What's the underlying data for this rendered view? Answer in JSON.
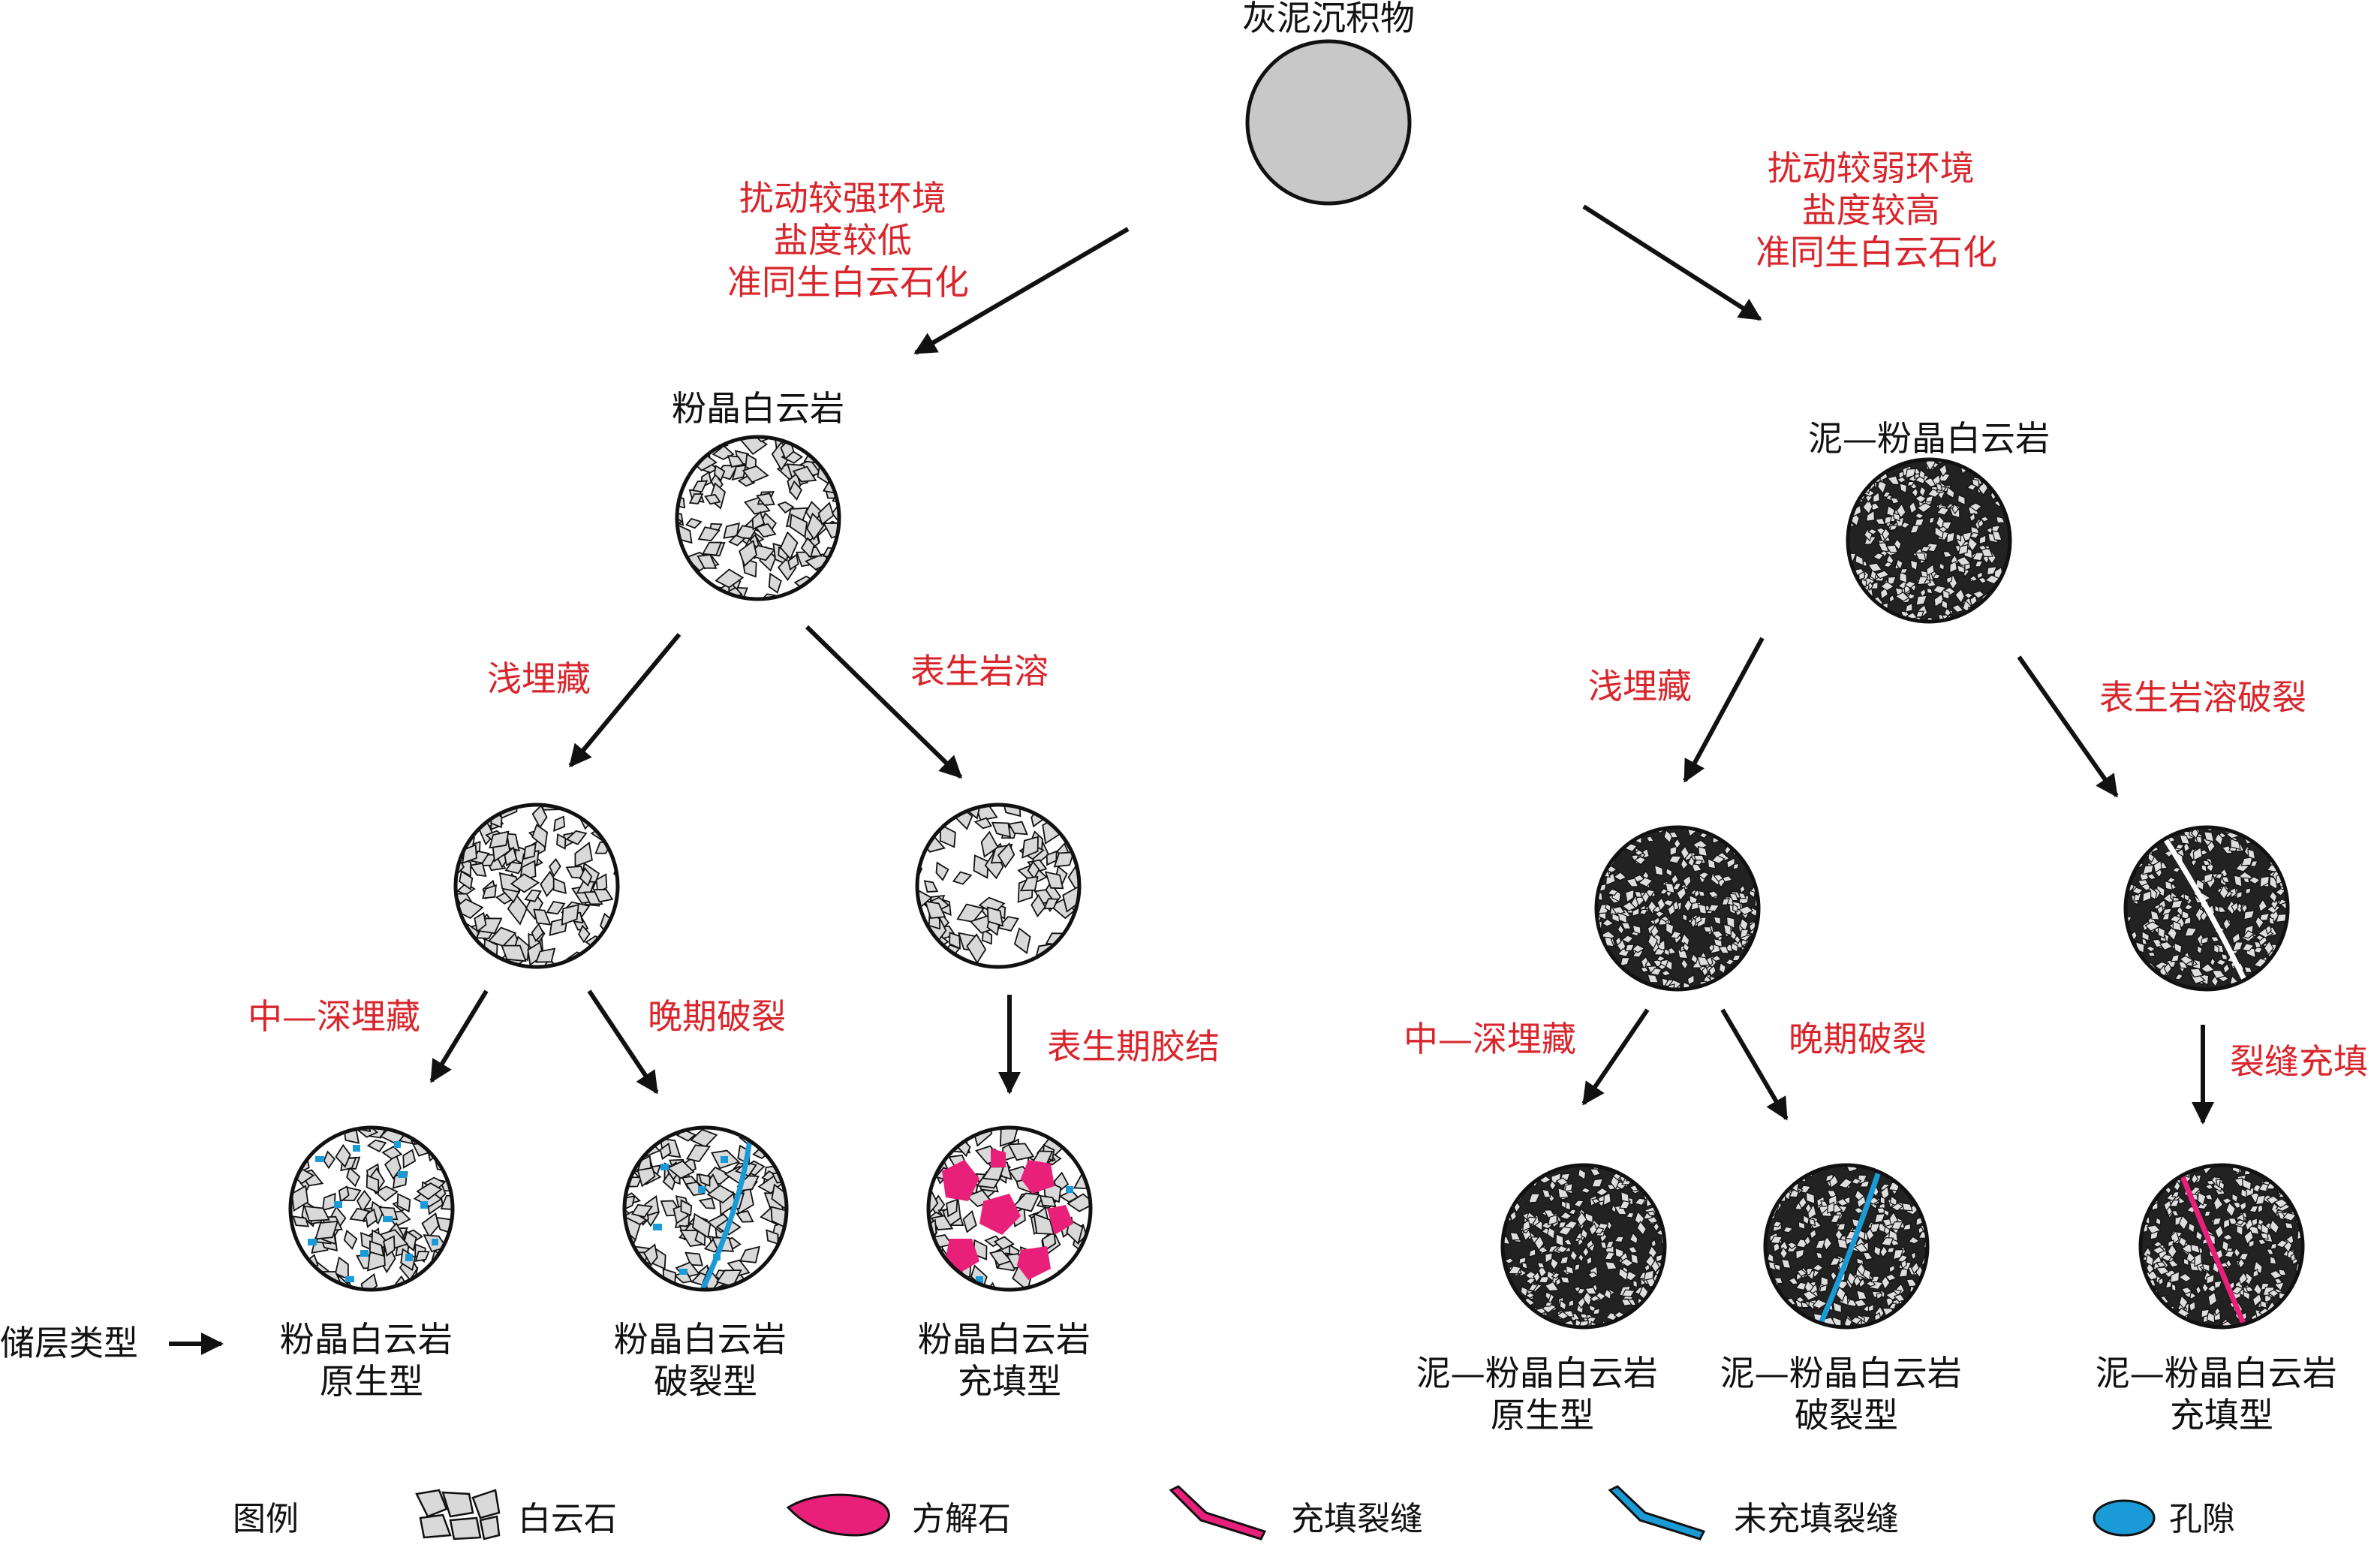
{
  "top": {
    "label": "灰泥沉积物"
  },
  "conditions": {
    "left": [
      "扰动较强环境",
      "盐度较低",
      "准同生白云石化"
    ],
    "right": [
      "扰动较弱环境",
      "盐度较高",
      "准同生白云石化"
    ]
  },
  "rocks": {
    "left": "粉晶白云岩",
    "right": "泥—粉晶白云岩"
  },
  "processes": {
    "l_shallow": "浅埋藏",
    "l_epigenetic": "表生岩溶",
    "l_middeep": "中—深埋藏",
    "l_late_fracture": "晚期破裂",
    "l_cement": "表生期胶结",
    "r_shallow": "浅埋藏",
    "r_epigenetic": "表生岩溶破裂",
    "r_middeep": "中—深埋藏",
    "r_late_fracture": "晚期破裂",
    "r_fill": "裂缝充填"
  },
  "reservoir_label": "储层类型",
  "types": [
    {
      "line1": "粉晶白云岩",
      "line2": "原生型"
    },
    {
      "line1": "粉晶白云岩",
      "line2": "破裂型"
    },
    {
      "line1": "粉晶白云岩",
      "line2": "充填型"
    },
    {
      "line1": "泥—粉晶白云岩",
      "line2": "原生型"
    },
    {
      "line1": "泥—粉晶白云岩",
      "line2": "破裂型"
    },
    {
      "line1": "泥—粉晶白云岩",
      "line2": "充填型"
    }
  ],
  "legend": {
    "title": "图例",
    "items": [
      "白云石",
      "方解石",
      "充填裂缝",
      "未充填裂缝",
      "孔隙"
    ]
  },
  "colors": {
    "red_text": "#d9262c",
    "calcite": "#e8207a",
    "pore": "#1a9ad6",
    "crystal_fill": "#d9d9d9",
    "sediment": "#c8c8c8"
  }
}
